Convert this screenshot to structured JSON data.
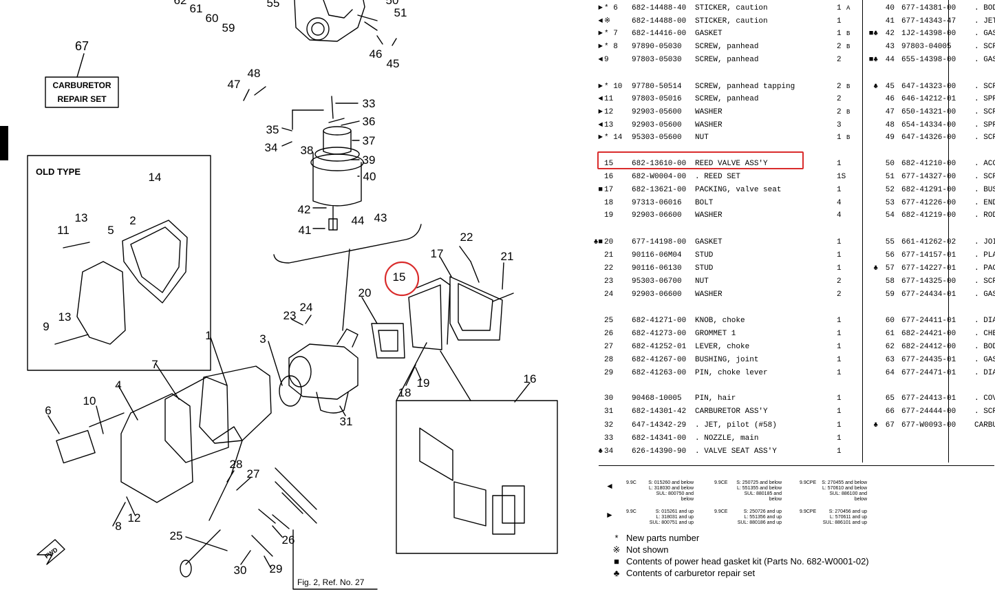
{
  "diagram": {
    "repair_set_ref": "67",
    "repair_set_label_1": "CARBURETOR",
    "repair_set_label_2": "REPAIR SET",
    "old_type_label": "OLD TYPE",
    "fig_ref": "Fig. 2, Ref. No. 27",
    "fwd": "FWD",
    "callouts": [
      "62",
      "61",
      "60",
      "59",
      "55",
      "50",
      "51",
      "46",
      "45",
      "48",
      "47",
      "33",
      "35",
      "36",
      "34",
      "38",
      "37",
      "39",
      "40",
      "42",
      "44",
      "43",
      "41",
      "14",
      "11",
      "13",
      "5",
      "2",
      "9",
      "13",
      "22",
      "17",
      "21",
      "15",
      "20",
      "24",
      "23",
      "1",
      "3",
      "7",
      "4",
      "18",
      "19",
      "16",
      "10",
      "6",
      "12",
      "8",
      "28",
      "27",
      "26",
      "25",
      "30",
      "29",
      "31"
    ],
    "highlight_color": "#d92b2b"
  },
  "parts_left": [
    {
      "mk": "►",
      "ast": "*",
      "ref": "6",
      "pn": "682-14488-40",
      "desc": "STICKER, caution",
      "qty": "1",
      "note": "A"
    },
    {
      "mk": "◄",
      "ast": "※",
      "ref": "",
      "pn": "682-14488-00",
      "desc": "STICKER, caution",
      "qty": "1",
      "note": ""
    },
    {
      "mk": "►",
      "ast": "*",
      "ref": "7",
      "pn": "682-14416-00",
      "desc": "GASKET",
      "qty": "1",
      "note": "B"
    },
    {
      "mk": "►",
      "ast": "*",
      "ref": "8",
      "pn": "97890-05030",
      "desc": "SCREW, panhead",
      "qty": "2",
      "note": "B"
    },
    {
      "mk": "◄",
      "ast": "",
      "ref": "9",
      "pn": "97803-05030",
      "desc": "SCREW, panhead",
      "qty": "2",
      "note": ""
    },
    {
      "mk": "►",
      "ast": "*",
      "ref": "10",
      "pn": "97780-50514",
      "desc": "SCREW, panhead tapping",
      "qty": "2",
      "note": "B"
    },
    {
      "mk": "◄",
      "ast": "",
      "ref": "11",
      "pn": "97803-05016",
      "desc": "SCREW, panhead",
      "qty": "2",
      "note": ""
    },
    {
      "mk": "►",
      "ast": "",
      "ref": "12",
      "pn": "92903-05600",
      "desc": "WASHER",
      "qty": "2",
      "note": "B"
    },
    {
      "mk": "◄",
      "ast": "",
      "ref": "13",
      "pn": "92903-05600",
      "desc": "WASHER",
      "qty": "3",
      "note": ""
    },
    {
      "mk": "►",
      "ast": "*",
      "ref": "14",
      "pn": "95303-05600",
      "desc": "NUT",
      "qty": "1",
      "note": "B"
    },
    {
      "mk": "",
      "ast": "",
      "ref": "15",
      "pn": "682-13610-00",
      "desc": "REED VALVE ASS'Y",
      "qty": "1",
      "note": ""
    },
    {
      "mk": "",
      "ast": "",
      "ref": "16",
      "pn": "682-W0004-00",
      "desc": ". REED SET",
      "qty": "1S",
      "note": ""
    },
    {
      "mk": "■",
      "ast": "",
      "ref": "17",
      "pn": "682-13621-00",
      "desc": "PACKING, valve seat",
      "qty": "1",
      "note": ""
    },
    {
      "mk": "",
      "ast": "",
      "ref": "18",
      "pn": "97313-06016",
      "desc": "BOLT",
      "qty": "4",
      "note": ""
    },
    {
      "mk": "",
      "ast": "",
      "ref": "19",
      "pn": "92903-06600",
      "desc": "WASHER",
      "qty": "4",
      "note": ""
    },
    {
      "mk": "♣■",
      "ast": "",
      "ref": "20",
      "pn": "677-14198-00",
      "desc": "GASKET",
      "qty": "1",
      "note": ""
    },
    {
      "mk": "",
      "ast": "",
      "ref": "21",
      "pn": "90116-06M04",
      "desc": "STUD",
      "qty": "1",
      "note": ""
    },
    {
      "mk": "",
      "ast": "",
      "ref": "22",
      "pn": "90116-06130",
      "desc": "STUD",
      "qty": "1",
      "note": ""
    },
    {
      "mk": "",
      "ast": "",
      "ref": "23",
      "pn": "95303-06700",
      "desc": "NUT",
      "qty": "2",
      "note": ""
    },
    {
      "mk": "",
      "ast": "",
      "ref": "24",
      "pn": "92903-06600",
      "desc": "WASHER",
      "qty": "2",
      "note": ""
    },
    {
      "mk": "",
      "ast": "",
      "ref": "25",
      "pn": "682-41271-00",
      "desc": "KNOB, choke",
      "qty": "1",
      "note": ""
    },
    {
      "mk": "",
      "ast": "",
      "ref": "26",
      "pn": "682-41273-00",
      "desc": "GROMMET 1",
      "qty": "1",
      "note": ""
    },
    {
      "mk": "",
      "ast": "",
      "ref": "27",
      "pn": "682-41252-01",
      "desc": "LEVER, choke",
      "qty": "1",
      "note": ""
    },
    {
      "mk": "",
      "ast": "",
      "ref": "28",
      "pn": "682-41267-00",
      "desc": "BUSHING, joint",
      "qty": "1",
      "note": ""
    },
    {
      "mk": "",
      "ast": "",
      "ref": "29",
      "pn": "682-41263-00",
      "desc": "PIN, choke lever",
      "qty": "1",
      "note": ""
    },
    {
      "mk": "",
      "ast": "",
      "ref": "30",
      "pn": "90468-10005",
      "desc": "PIN, hair",
      "qty": "1",
      "note": ""
    },
    {
      "mk": "",
      "ast": "",
      "ref": "31",
      "pn": "682-14301-42",
      "desc": "CARBURETOR ASS'Y",
      "qty": "1",
      "note": ""
    },
    {
      "mk": "",
      "ast": "",
      "ref": "32",
      "pn": "647-14342-29",
      "desc": ". JET, pilot (#58)",
      "qty": "1",
      "note": ""
    },
    {
      "mk": "",
      "ast": "",
      "ref": "33",
      "pn": "682-14341-00",
      "desc": ". NOZZLE, main",
      "qty": "1",
      "note": ""
    },
    {
      "mk": "♣",
      "ast": "",
      "ref": "34",
      "pn": "626-14390-90",
      "desc": ". VALVE SEAT ASS'Y",
      "qty": "1",
      "note": ""
    }
  ],
  "parts_right": [
    {
      "mk": "",
      "ref": "40",
      "pn": "677-14381-00",
      "desc": ". BODY,"
    },
    {
      "mk": "",
      "ref": "41",
      "pn": "677-14343-47",
      "desc": ". JET,"
    },
    {
      "mk": "■♣",
      "ref": "42",
      "pn": "1J2-14398-00",
      "desc": ". GASKE"
    },
    {
      "mk": "",
      "ref": "43",
      "pn": "97803-04005",
      "desc": ". SCREW"
    },
    {
      "mk": "■♣",
      "ref": "44",
      "pn": "655-14398-00",
      "desc": ". GASKE"
    },
    {
      "mk": "♣",
      "ref": "45",
      "pn": "647-14323-00",
      "desc": ". SCREW"
    },
    {
      "mk": "",
      "ref": "46",
      "pn": "646-14212-01",
      "desc": ". SPRIN"
    },
    {
      "mk": "",
      "ref": "47",
      "pn": "650-14321-00",
      "desc": ". SCREW"
    },
    {
      "mk": "",
      "ref": "48",
      "pn": "654-14334-00",
      "desc": ". SPRIN"
    },
    {
      "mk": "",
      "ref": "49",
      "pn": "647-14326-00",
      "desc": ". SCREW"
    },
    {
      "mk": "",
      "ref": "50",
      "pn": "682-41210-00",
      "desc": ". ACCEL"
    },
    {
      "mk": "",
      "ref": "51",
      "pn": "677-14327-00",
      "desc": ". SCREW"
    },
    {
      "mk": "",
      "ref": "52",
      "pn": "682-41291-00",
      "desc": ". BUSHI"
    },
    {
      "mk": "",
      "ref": "53",
      "pn": "677-41226-00",
      "desc": ". END,"
    },
    {
      "mk": "",
      "ref": "54",
      "pn": "682-41219-00",
      "desc": ". ROD"
    },
    {
      "mk": "",
      "ref": "55",
      "pn": "661-41262-02",
      "desc": ". JOINT"
    },
    {
      "mk": "",
      "ref": "56",
      "pn": "677-14157-01",
      "desc": ". PLATE"
    },
    {
      "mk": "♣",
      "ref": "57",
      "pn": "677-14227-01",
      "desc": ". PACKI"
    },
    {
      "mk": "",
      "ref": "58",
      "pn": "677-14325-00",
      "desc": ". SCREW"
    },
    {
      "mk": "",
      "ref": "59",
      "pn": "677-24434-01",
      "desc": ". GASKE"
    },
    {
      "mk": "",
      "ref": "60",
      "pn": "677-24411-01",
      "desc": ". DIAPH"
    },
    {
      "mk": "",
      "ref": "61",
      "pn": "682-24421-00",
      "desc": ". CHECK"
    },
    {
      "mk": "",
      "ref": "62",
      "pn": "682-24412-00",
      "desc": ". BODY,"
    },
    {
      "mk": "",
      "ref": "63",
      "pn": "677-24435-01",
      "desc": ". GASKE"
    },
    {
      "mk": "",
      "ref": "64",
      "pn": "677-24471-01",
      "desc": ". DIAPH"
    },
    {
      "mk": "",
      "ref": "65",
      "pn": "677-24413-01",
      "desc": ". COVER"
    },
    {
      "mk": "",
      "ref": "66",
      "pn": "677-24444-00",
      "desc": ". SCREW"
    },
    {
      "mk": "♣",
      "ref": "67",
      "pn": "677-W0093-00",
      "desc": "CARBURE"
    }
  ],
  "serial_notes": [
    {
      "arrow": "◄",
      "groups": [
        {
          "model": "9.9C",
          "lines": [
            "S: 015260 and below",
            "L: 318030 and below",
            "SUL: 800750 and below"
          ]
        },
        {
          "model": "9.9CE",
          "lines": [
            "S: 250725 and below",
            "L: 551355 and below",
            "SUL: 880185 and below"
          ]
        },
        {
          "model": "9.9CPE",
          "lines": [
            "S: 270455 and below",
            "L: 570610 and below",
            "SUL: 886100 and below"
          ]
        }
      ]
    },
    {
      "arrow": "►",
      "groups": [
        {
          "model": "9.9C",
          "lines": [
            "S: 015261 and up",
            "L: 318031 and up",
            "SUL: 800751 and up"
          ]
        },
        {
          "model": "9.9CE",
          "lines": [
            "S: 250726 and up",
            "L: 551356 and up",
            "SUL: 880186 and up"
          ]
        },
        {
          "model": "9.9CPE",
          "lines": [
            "S: 270456 and up",
            "L: 570611 and up",
            "SUL: 886101 and up"
          ]
        }
      ]
    }
  ],
  "legend": [
    {
      "sym": "*",
      "text": "New parts number"
    },
    {
      "sym": "※",
      "text": "Not shown"
    },
    {
      "sym": "■",
      "text": "Contents of power head gasket kit (Parts No. 682-W0001-02)"
    },
    {
      "sym": "♣",
      "text": "Contents of carburetor repair set"
    }
  ]
}
